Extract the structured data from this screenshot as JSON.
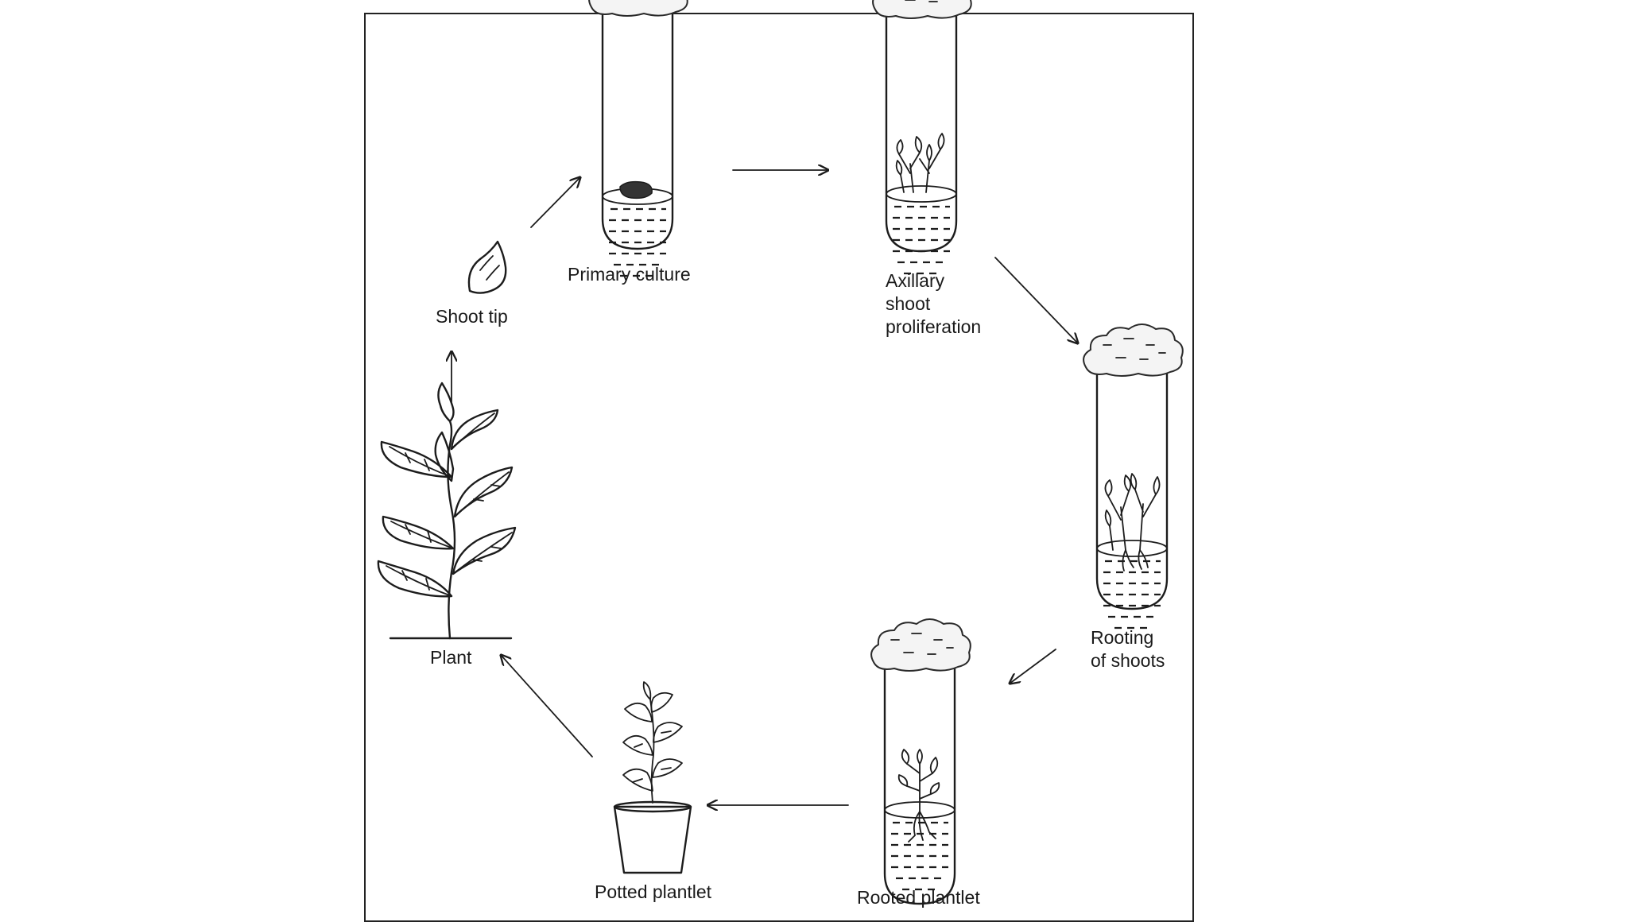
{
  "stages": {
    "shoot_tip": "Shoot tip",
    "primary_culture": "Primary culture",
    "axillary": "Axillary\nshoot\nproliferation",
    "rooting": "Rooting\nof shoots",
    "rooted_plantlet": "Rooted plantlet",
    "potted_plantlet": "Potted plantlet",
    "plant": "Plant"
  }
}
